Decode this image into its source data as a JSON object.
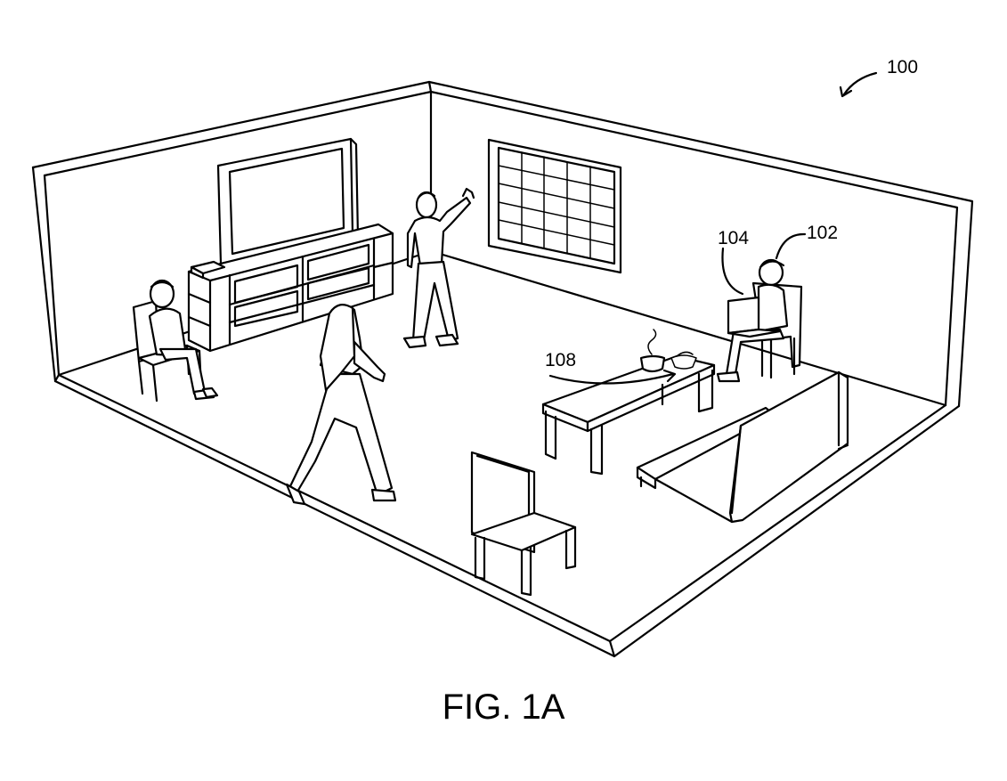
{
  "figure": {
    "caption": "FIG. 1A",
    "labels": {
      "ref_100": "100",
      "ref_102": "102",
      "ref_104": "104",
      "ref_108": "108"
    }
  }
}
